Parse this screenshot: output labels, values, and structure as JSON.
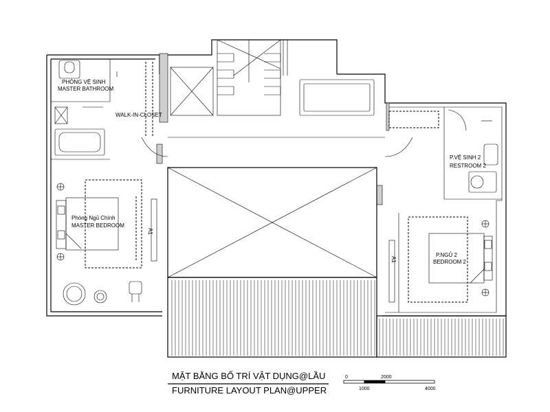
{
  "rooms": {
    "master_bathroom_vi": "PHÒNG VỆ SINH",
    "master_bathroom_en": "MASTER BATHROOM",
    "walk_in_closet": "WALK-IN-CLOSET",
    "master_bedroom_vi": "Phòng Ngủ Chính",
    "master_bedroom_en": "MASTER BEDROOM",
    "restroom2_vi": "P.VỆ SINH 2",
    "restroom2_en": "RESTROOM 2",
    "bedroom2_vi": "P.NGỦ 2",
    "bedroom2_en": "BEDROOM 2"
  },
  "tv_label": "A1",
  "title": {
    "vi": "MẶT BẰNG BỐ TRÍ VẬT DỤNG@LẦU",
    "en": "FURNITURE LAYOUT PLAN@UPPER"
  },
  "scale_bar": {
    "ticks": [
      "0",
      "1000",
      "2000",
      "4000"
    ]
  }
}
